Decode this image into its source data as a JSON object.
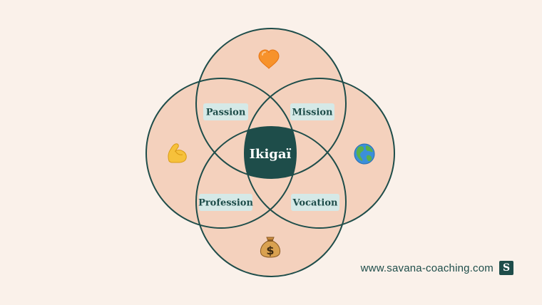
{
  "colors": {
    "background": "#faf1ea",
    "circle_fill": "#f4d1bd",
    "circle_stroke": "#1e4d4a",
    "label_bg": "#d5e9e7",
    "label_text": "#1e4d4a",
    "center_fill": "#1e4d4a",
    "center_text": "#ffffff"
  },
  "diagram": {
    "center_label": "Ikigaï",
    "labels": {
      "top_left": "Passion",
      "top_right": "Mission",
      "bottom_left": "Profession",
      "bottom_right": "Vocation"
    },
    "icons": {
      "top": "heart-icon",
      "left": "flexed-biceps-icon",
      "right": "globe-icon",
      "bottom": "money-bag-icon"
    }
  },
  "footer": {
    "url": "www.savana-coaching.com",
    "logo_letter": "S"
  }
}
